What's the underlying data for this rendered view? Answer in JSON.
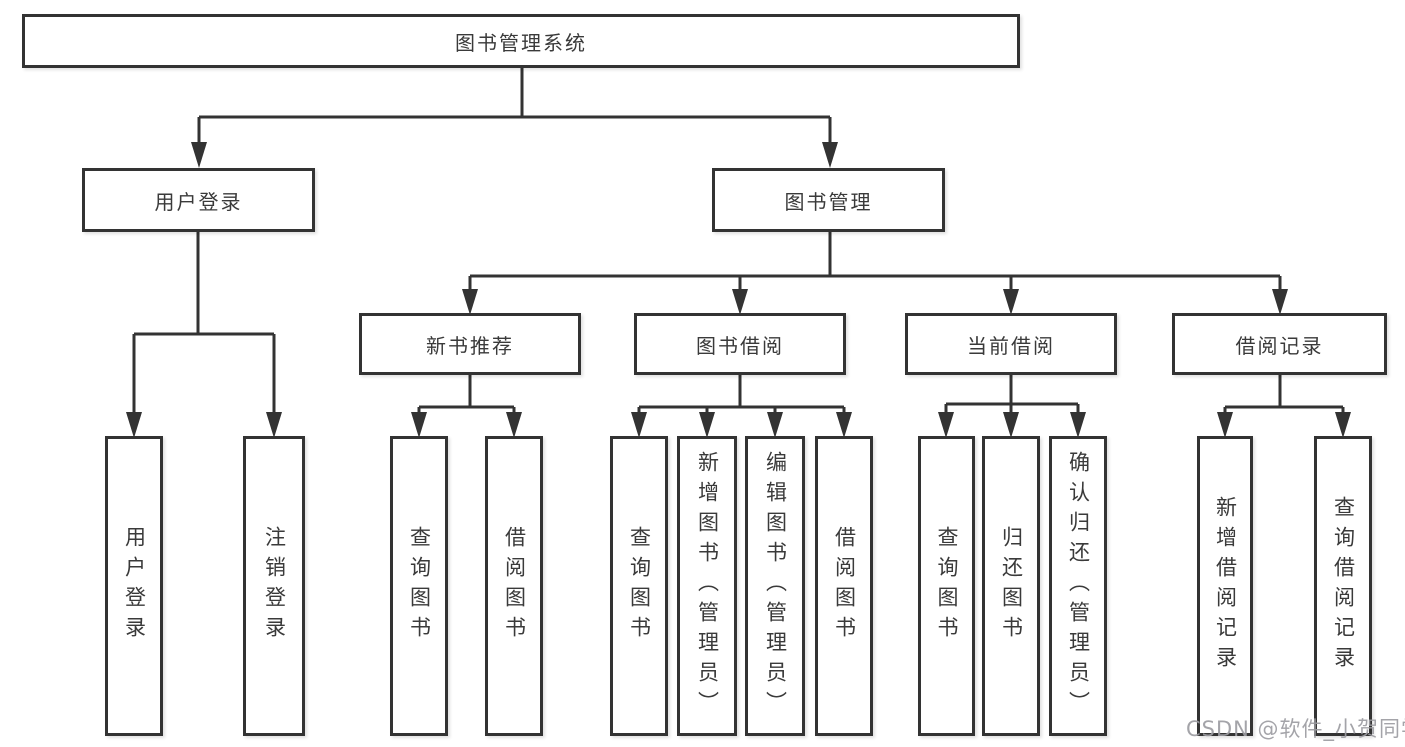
{
  "diagram": {
    "root": {
      "label": "图书管理系统"
    },
    "level2": [
      {
        "label": "用户登录"
      },
      {
        "label": "图书管理"
      }
    ],
    "level3": [
      {
        "label": "新书推荐",
        "parent": "图书管理"
      },
      {
        "label": "图书借阅",
        "parent": "图书管理"
      },
      {
        "label": "当前借阅",
        "parent": "图书管理"
      },
      {
        "label": "借阅记录",
        "parent": "图书管理"
      }
    ],
    "leaves": [
      {
        "label": "用户登录",
        "parent": "用户登录"
      },
      {
        "label": "注销登录",
        "parent": "用户登录"
      },
      {
        "label": "查询图书",
        "parent": "新书推荐"
      },
      {
        "label": "借阅图书",
        "parent": "新书推荐"
      },
      {
        "label": "查询图书",
        "parent": "图书借阅"
      },
      {
        "label": "新增图书（管理员）",
        "parent": "图书借阅"
      },
      {
        "label": "编辑图书（管理员）",
        "parent": "图书借阅"
      },
      {
        "label": "借阅图书",
        "parent": "图书借阅"
      },
      {
        "label": "查询图书",
        "parent": "当前借阅"
      },
      {
        "label": "归还图书",
        "parent": "当前借阅"
      },
      {
        "label": "确认归还（管理员）",
        "parent": "当前借阅"
      },
      {
        "label": "新增借阅记录",
        "parent": "借阅记录"
      },
      {
        "label": "查询借阅记录",
        "parent": "借阅记录"
      }
    ]
  },
  "watermark": {
    "text": "CSDN @软件_小贺同学"
  },
  "colors": {
    "line": "#333333",
    "node_border": "#333333",
    "text": "#3a3a3a",
    "background": "#ffffff",
    "watermark": "#9d9da2"
  }
}
